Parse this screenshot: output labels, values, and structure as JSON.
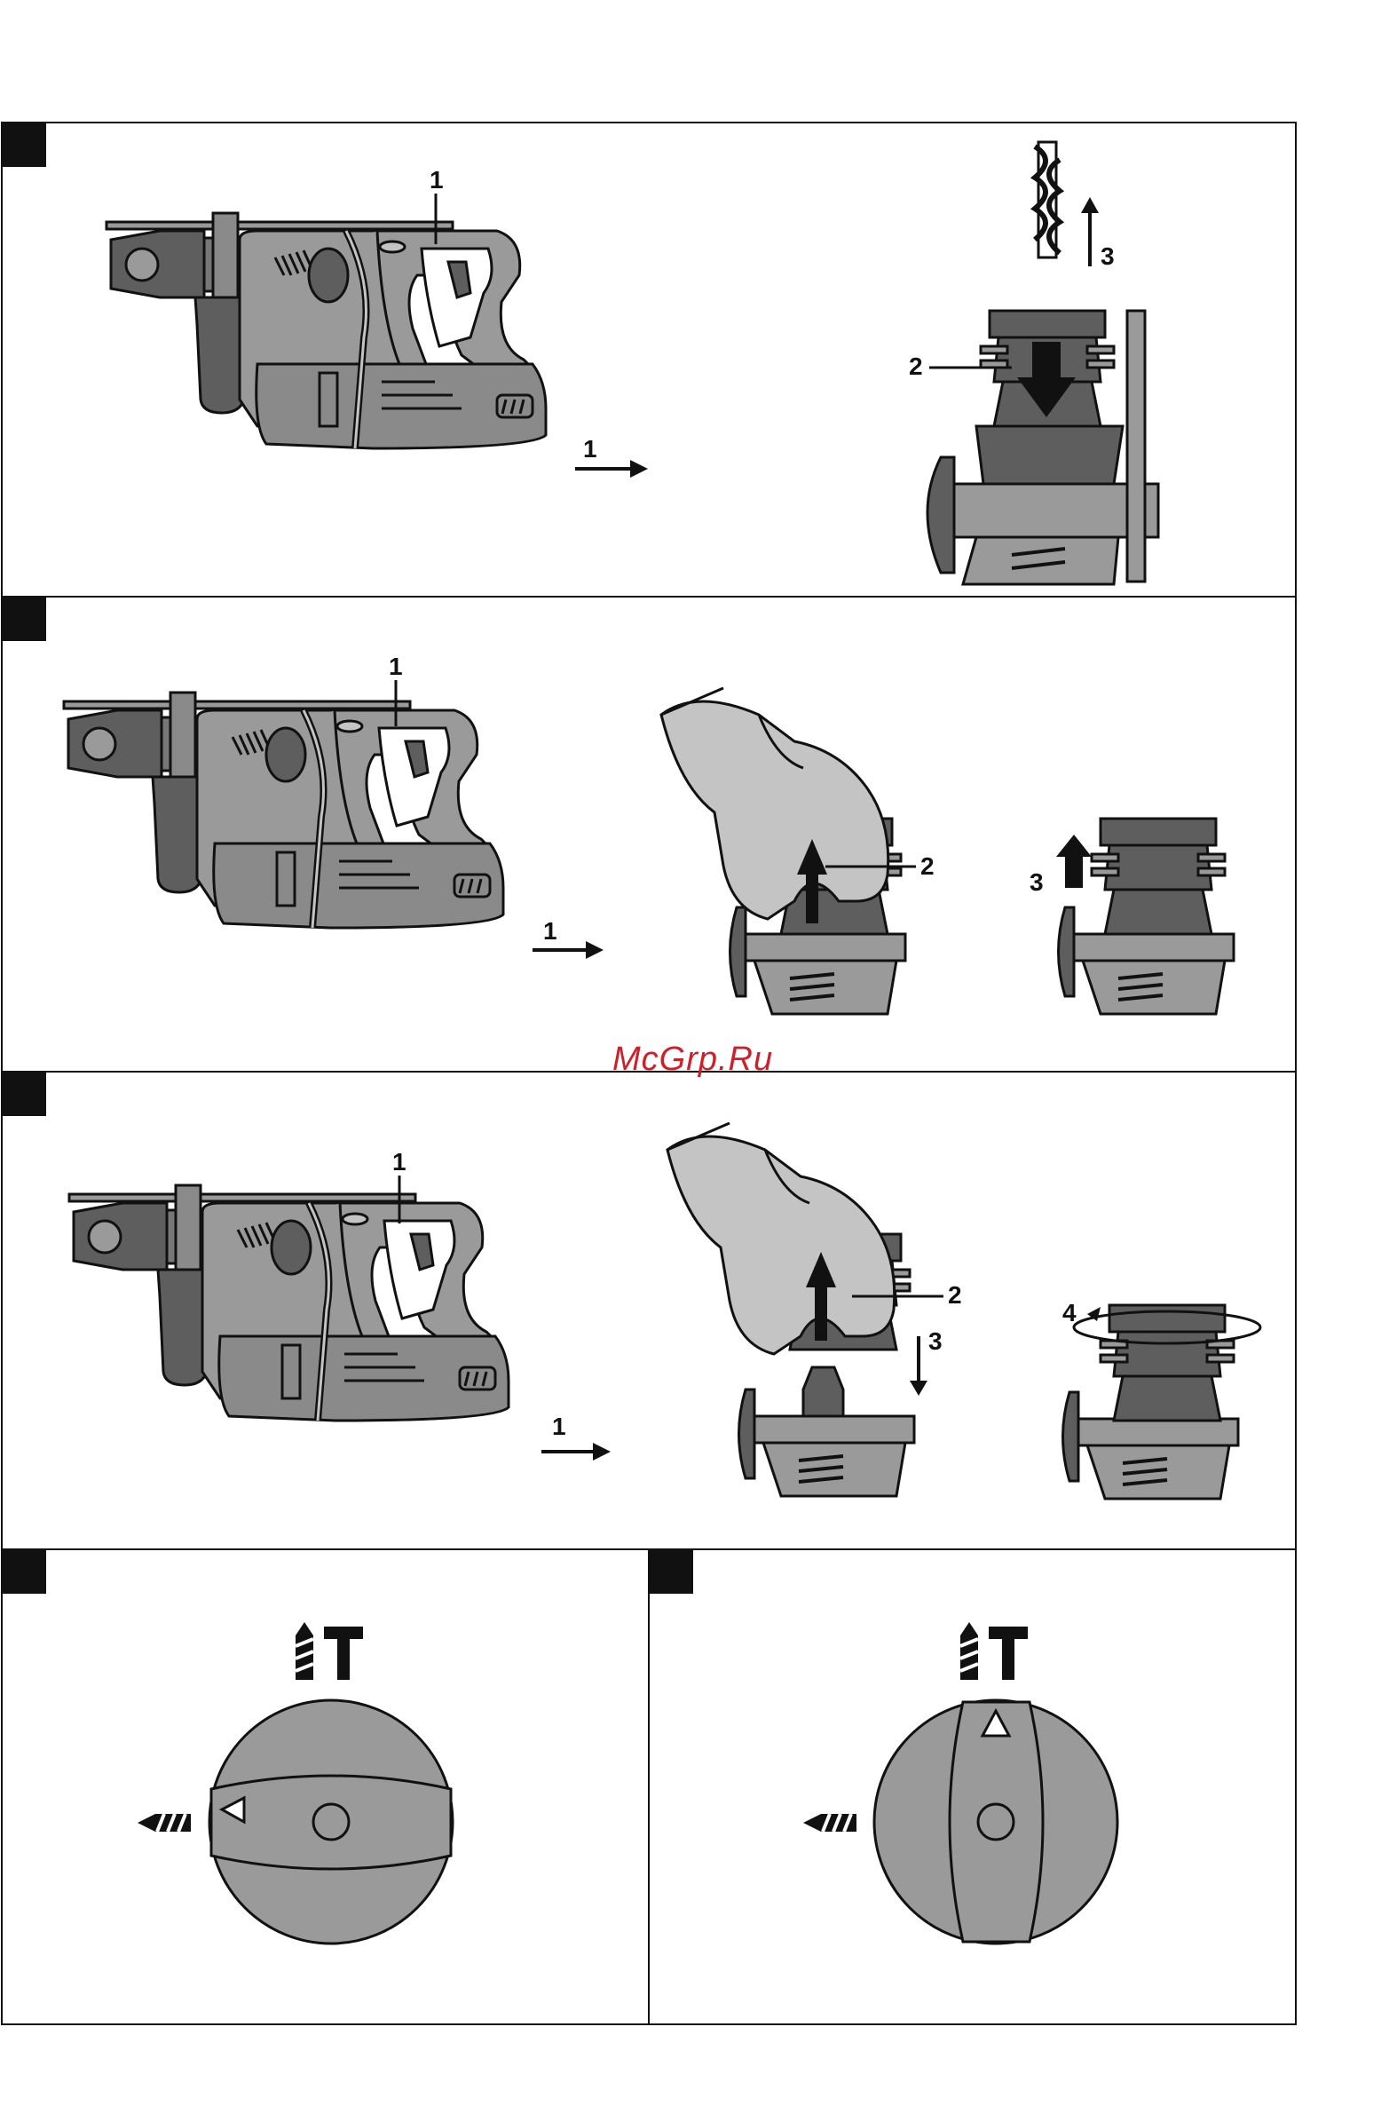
{
  "watermark": "McGrp.Ru",
  "panels": [
    {
      "id": "panel-1",
      "callouts": [
        "1",
        "1",
        "2",
        "3"
      ]
    },
    {
      "id": "panel-2",
      "callouts": [
        "1",
        "1",
        "2",
        "3"
      ]
    },
    {
      "id": "panel-3",
      "callouts": [
        "1",
        "1",
        "2",
        "3",
        "4"
      ]
    },
    {
      "id": "panel-4",
      "dial_position": "chisel"
    },
    {
      "id": "panel-5",
      "dial_position": "hammer-drill"
    }
  ],
  "icons": [
    "drill-hammer-icon",
    "chisel-icon"
  ],
  "colors": {
    "tool_body": "#9a9a9a",
    "tool_dark": "#5e5e5e",
    "tool_light": "#c4c4c4",
    "outline": "#111111"
  }
}
